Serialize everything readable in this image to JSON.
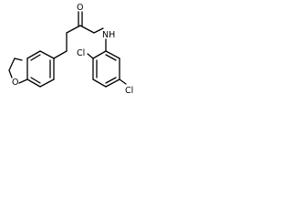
{
  "molecule": {
    "atom_labels": {
      "ring_oxygen": "O",
      "carbonyl_oxygen": "O",
      "amide_nh": "NH",
      "chloro_ortho": "Cl",
      "chloro_para": "Cl"
    },
    "colors": {
      "bond": "#000000",
      "label": "#000000",
      "background": "#ffffff"
    }
  }
}
